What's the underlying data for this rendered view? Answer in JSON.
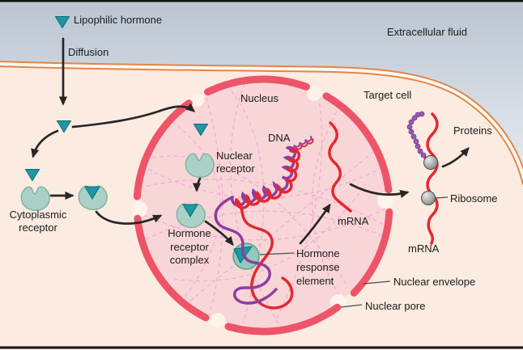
{
  "title": "Mechanism of lipophilic hormone action diagram",
  "labels": {
    "lipophilic_hormone": "Lipophilic hormone",
    "diffusion": "Diffusion",
    "extracellular_fluid": "Extracellular fluid",
    "target_cell": "Target cell",
    "nucleus": "Nucleus",
    "dna": "DNA",
    "nuclear_receptor": [
      "Nuclear",
      "receptor"
    ],
    "cytoplasmic_receptor": [
      "Cytoplasmic",
      "receptor"
    ],
    "hormone_receptor_complex": [
      "Hormone",
      "receptor",
      "complex"
    ],
    "hormone_response_element": [
      "Hormone",
      "response",
      "element"
    ],
    "mrna_nucleus": "mRNA",
    "mrna_cytoplasm": "mRNA",
    "ribosome": "Ribosome",
    "proteins": "Proteins",
    "nuclear_envelope": "Nuclear envelope",
    "nuclear_pore": "Nuclear pore"
  },
  "icons": {
    "hormone": "teal-triangle-icon",
    "receptor": "notched-receptor-icon",
    "ribosome": "gray-sphere-icon",
    "protein": "purple-bead-chain-icon"
  },
  "palette": {
    "hormone_teal": "#1d98a5",
    "hormone_teal_edge": "#0f6b77",
    "receptor_fill": "#abd1c7",
    "receptor_edge": "#7fb3a7",
    "complex_fill": "#93c8bd",
    "dna_red": "#e5282f",
    "dna_purple": "#8f3e9f",
    "mrna_red": "#e5282f",
    "nuclear_envelope": "#ee5468",
    "nucleus_fill": "#f8d6d7",
    "chromatin_pink": "#f2a9da",
    "membrane_orange": "#e0874a",
    "cytoplasm": "#fcebe0",
    "extracellular_top": "#b9c4d1",
    "extracellular_bottom": "#e9edf1",
    "ribosome_gray": "#a9a9a9",
    "arrow_black": "#272727",
    "text": "#1b1b1b"
  }
}
